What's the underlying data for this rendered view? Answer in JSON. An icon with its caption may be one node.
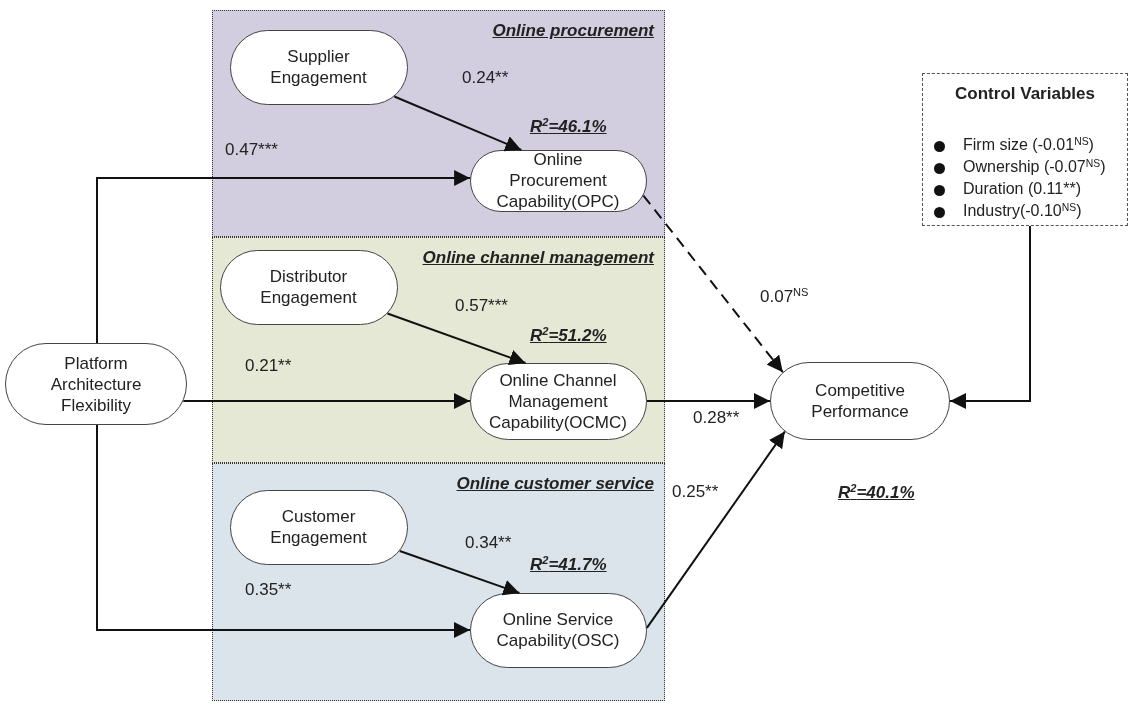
{
  "diagram": {
    "nodes": [
      {
        "text": [
          "Online procurement"
        ]
      },
      {
        "text": [
          "Supplier Engagement"
        ],
        "in": 0
      },
      {
        "text": [
          "Online Procurement Capability(OPC)"
        ],
        "in": 0,
        "beside": [
          "R$^{2}$=46.1%"
        ]
      },
      {
        "text": [
          "Online channel management"
        ]
      },
      {
        "text": [
          "Distributor Engagement"
        ],
        "in": 3
      },
      {
        "text": [
          "Online Channel Management Capability(OCMC)"
        ],
        "in": 3,
        "beside": [
          "R$^{2}$=51.2%"
        ]
      },
      {
        "text": [
          "Online customer service"
        ]
      },
      {
        "text": [
          "Customer Engagement"
        ],
        "in": 6
      },
      {
        "text": [
          "Online Service Capability(OSC)"
        ],
        "in": 6,
        "beside": [
          "R$^{2}$=41.7%"
        ]
      },
      {
        "text": [
          "Platform Architecture Flexibility"
        ]
      },
      {
        "text": [
          "Competitive Performance"
        ],
        "beside": [
          "R$^{2}$=40.1%"
        ]
      },
      {
        "text": [
          "Control Variables",
          "Firm size (-0.01$^{NS}$)",
          "Ownership (-0.07$^{NS}$)",
          "Duration (0.11**)",
          "Industry(-0.10$^{NS}$)"
        ]
      }
    ],
    "edges": [
      {
        "from": 1,
        "to": 2,
        "arrow": "to",
        "label": "0.24**"
      },
      {
        "from": 9,
        "to": 2,
        "arrow": "to",
        "label": "0.47***"
      },
      {
        "from": 4,
        "to": 5,
        "arrow": "to",
        "label": "0.57***"
      },
      {
        "from": 9,
        "to": 5,
        "arrow": "to",
        "label": "0.21**"
      },
      {
        "from": 7,
        "to": 8,
        "arrow": "to",
        "label": "0.34**"
      },
      {
        "from": 9,
        "to": 8,
        "arrow": "to",
        "label": "0.35**"
      },
      {
        "from": 2,
        "to": 10,
        "arrow": "to",
        "label": "0.07$^{NS}$",
        "style": "dashed"
      },
      {
        "from": 5,
        "to": 10,
        "arrow": "to",
        "label": "0.28**"
      },
      {
        "from": 8,
        "to": 10,
        "arrow": "to",
        "label": "0.25**"
      },
      {
        "from": 11,
        "to": 10,
        "arrow": "to"
      }
    ]
  }
}
